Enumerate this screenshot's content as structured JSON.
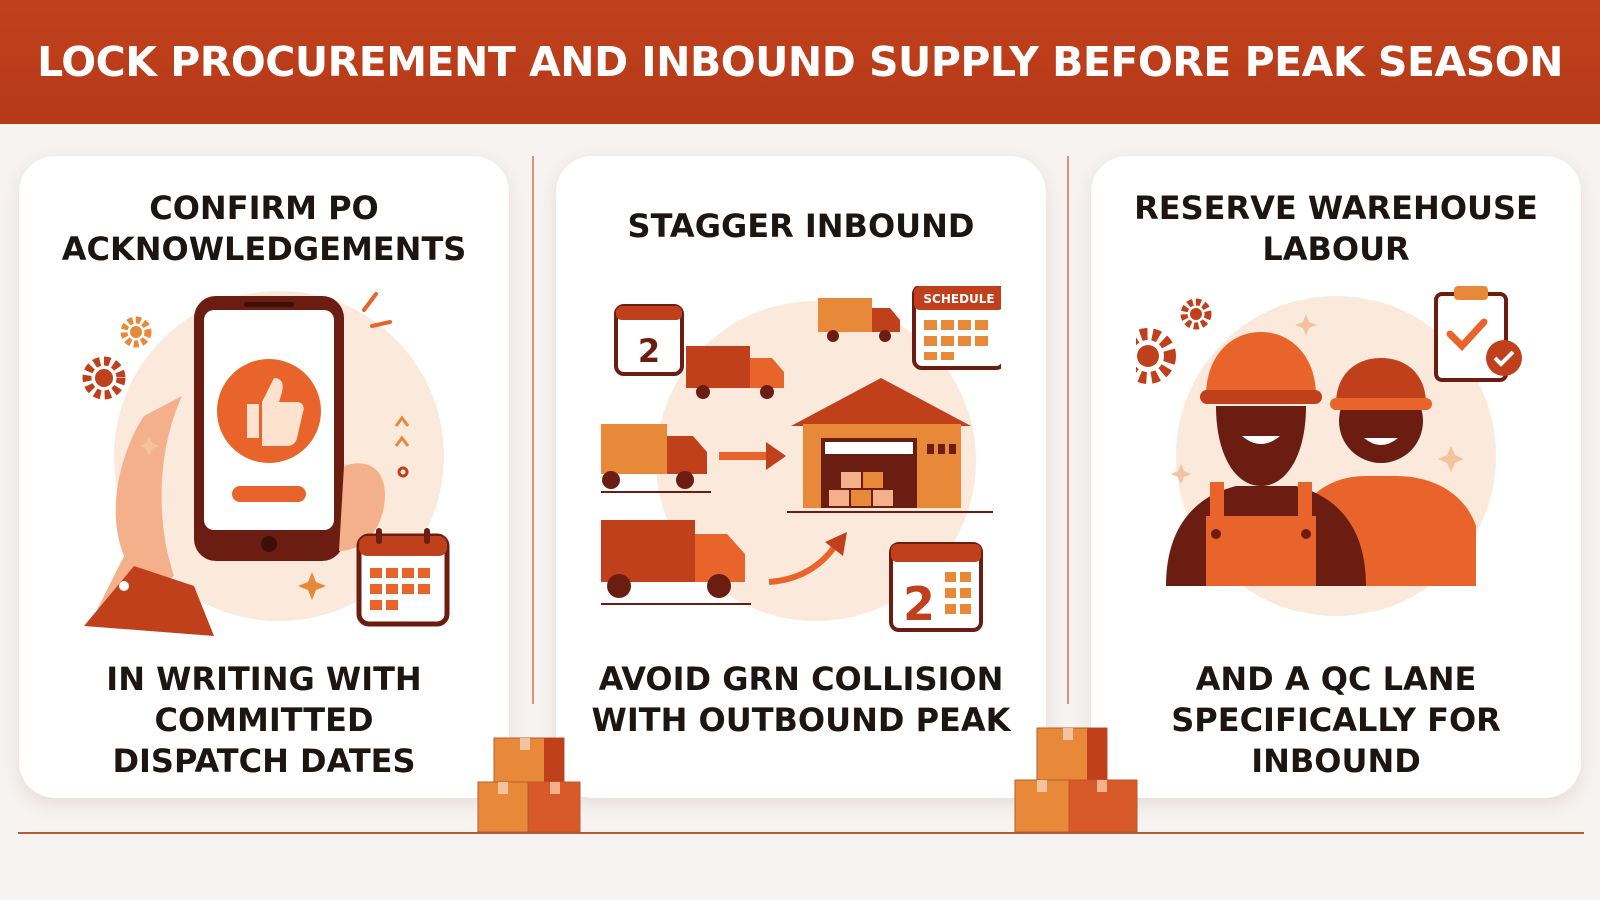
{
  "banner": {
    "title": "LOCK PROCUREMENT AND INBOUND SUPPLY BEFORE PEAK SEASON"
  },
  "cards": [
    {
      "title_lines": [
        "CONFIRM PO",
        "ACKNOWLEDGEMENTS"
      ],
      "caption_lines": [
        "IN WRITING WITH",
        "COMMITTED",
        "DISPATCH DATES"
      ]
    },
    {
      "title_lines": [
        "STAGGER INBOUND"
      ],
      "caption_lines": [
        "AVOID GRN COLLISION",
        "WITH OUTBOUND PEAK"
      ],
      "schedule_label": "SCHEDULE",
      "calendar_number": "2"
    },
    {
      "title_lines": [
        "RESERVE WAREHOUSE",
        "LABOUR"
      ],
      "caption_lines": [
        "AND A QC LANE",
        "SPECIFICALLY FOR",
        "INBOUND"
      ]
    }
  ],
  "colors": {
    "banner": "#bd3f1b",
    "accent_orange": "#e8642a",
    "dark_brown": "#6b1d12",
    "peach": "#f6d7bf"
  },
  "icons": [
    "thumbs-up-icon",
    "smartphone-icon",
    "hand-icon",
    "gear-icon",
    "calendar-icon",
    "truck-icon",
    "warehouse-icon",
    "arrow-icon",
    "worker-icon",
    "clipboard-check-icon",
    "sparkle-icon",
    "cardboard-box-icon"
  ]
}
